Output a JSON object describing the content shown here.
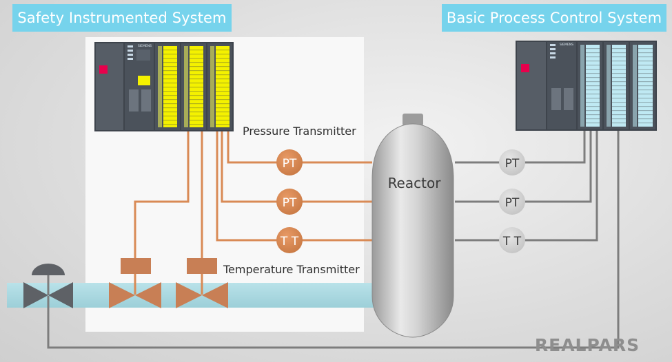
{
  "sis": {
    "title": "Safety Instrumented System"
  },
  "bpcs": {
    "title": "Basic Process Control System"
  },
  "plc": {
    "brand": "SIEMENS"
  },
  "labels": {
    "pressure_transmitter": "Pressure Transmitter",
    "temperature_transmitter": "Temperature Transmitter",
    "reactor": "Reactor"
  },
  "sis_transmitters": [
    "PT",
    "PT",
    "T T"
  ],
  "bpcs_transmitters": [
    "PT",
    "PT",
    "T T"
  ],
  "logo": "REALPARS",
  "colors": {
    "sis_wire": "#d98a55",
    "bpcs_wire": "#7d7d7d",
    "header": "#76d3ec",
    "pipe": "#a8d8e0",
    "sis_actuator": "#c87f55",
    "bpcs_actuator": "#5e6166",
    "sis_io": "#f4f100",
    "bpcs_io": "#bfe9f3"
  }
}
